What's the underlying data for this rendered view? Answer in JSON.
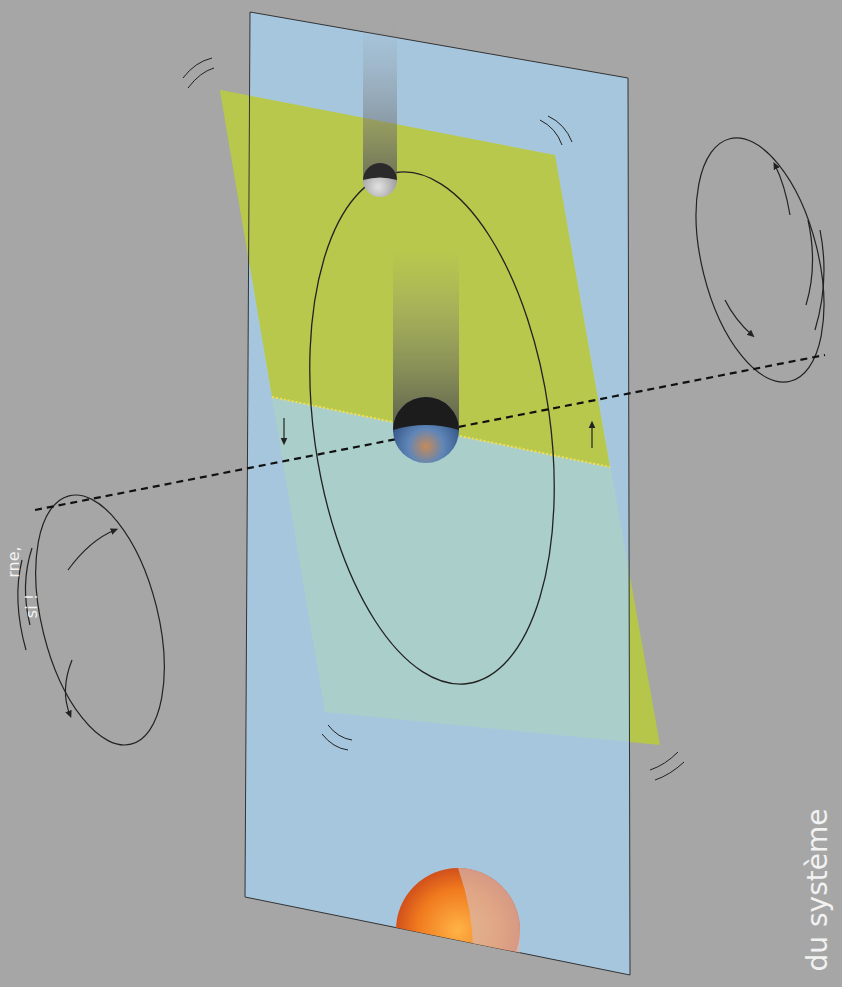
{
  "diagram": {
    "labels": [
      "rne,",
      "si !",
      "du système"
    ]
  }
}
